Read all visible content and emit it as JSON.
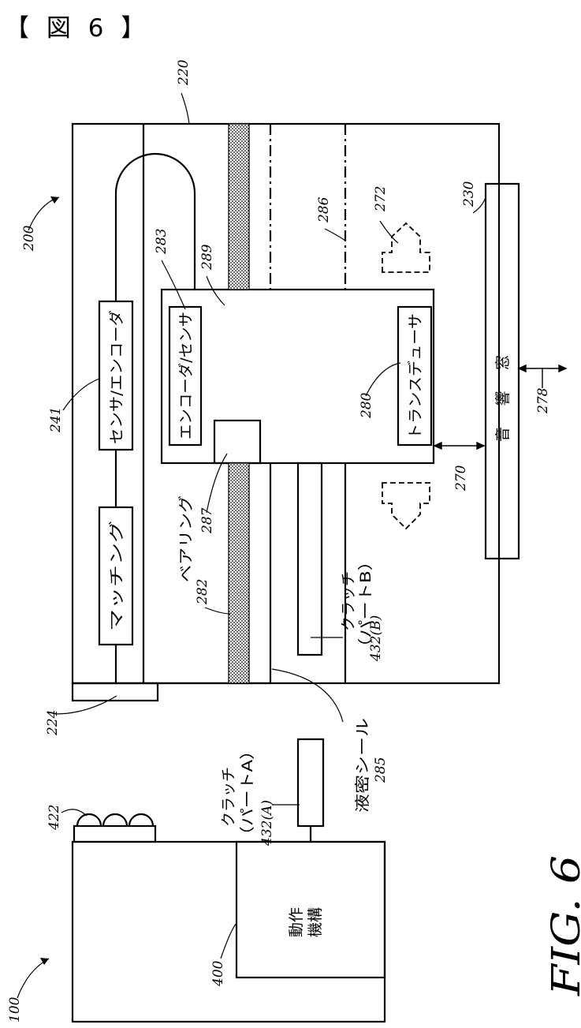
{
  "title": "【 図 6 】",
  "labels": {
    "l220": "220",
    "l200": "200",
    "l230": "230",
    "l272": "272",
    "l286": "286",
    "l289": "289",
    "l283": "283",
    "l241": "241",
    "l280": "280",
    "l278": "278",
    "l270": "270",
    "l287": "287",
    "l282": "282",
    "l224": "224",
    "l422": "422",
    "l432a": "432(A)",
    "l432b": "432(B)",
    "l285": "285",
    "l400": "400",
    "l100": "100"
  },
  "text": {
    "sensor_encoder": "センサ/エンコーダ",
    "encoder_sensor": "エンコーダ/センサ",
    "transducer": "トランスデューサ",
    "matching": "マッチング",
    "bearing": "ベアリング",
    "acoustic_window": "音 響 窓",
    "clutch_b_1": "クラッチ",
    "clutch_b_2": "（パートB）",
    "clutch_a_1": "クラッチ",
    "clutch_a_2": "（パートA）",
    "liquid_seal": "液密シール",
    "mechanism_1": "動作",
    "mechanism_2": "機構"
  },
  "fig_label": "FIG. 6"
}
